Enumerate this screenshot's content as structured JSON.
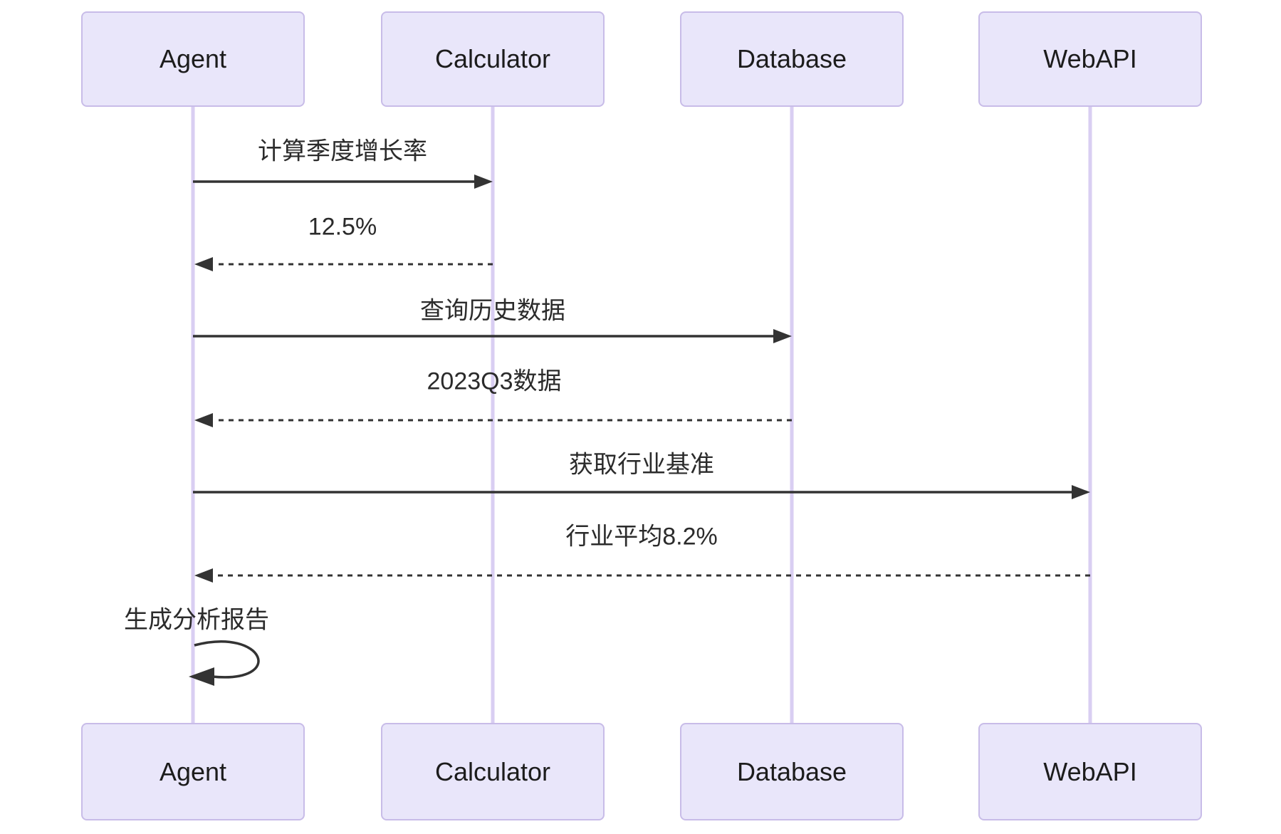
{
  "diagram": {
    "type": "sequence-diagram",
    "participants": [
      {
        "name": "Agent"
      },
      {
        "name": "Calculator"
      },
      {
        "name": "Database"
      },
      {
        "name": "WebAPI"
      }
    ],
    "messages": [
      {
        "from": "Agent",
        "to": "Calculator",
        "text": "计算季度增长率",
        "style": "solid"
      },
      {
        "from": "Calculator",
        "to": "Agent",
        "text": "12.5%",
        "style": "dashed"
      },
      {
        "from": "Agent",
        "to": "Database",
        "text": "查询历史数据",
        "style": "solid"
      },
      {
        "from": "Database",
        "to": "Agent",
        "text": "2023Q3数据",
        "style": "dashed"
      },
      {
        "from": "Agent",
        "to": "WebAPI",
        "text": "获取行业基准",
        "style": "solid"
      },
      {
        "from": "WebAPI",
        "to": "Agent",
        "text": "行业平均8.2%",
        "style": "dashed"
      },
      {
        "from": "Agent",
        "to": "Agent",
        "text": "生成分析报告",
        "style": "self"
      }
    ],
    "colors": {
      "actor_fill": "#e9e6fa",
      "actor_border": "#c8bce8",
      "lifeline": "#d9cef2",
      "arrow": "#333333",
      "text": "#1c1c1c",
      "background": "#ffffff"
    }
  }
}
